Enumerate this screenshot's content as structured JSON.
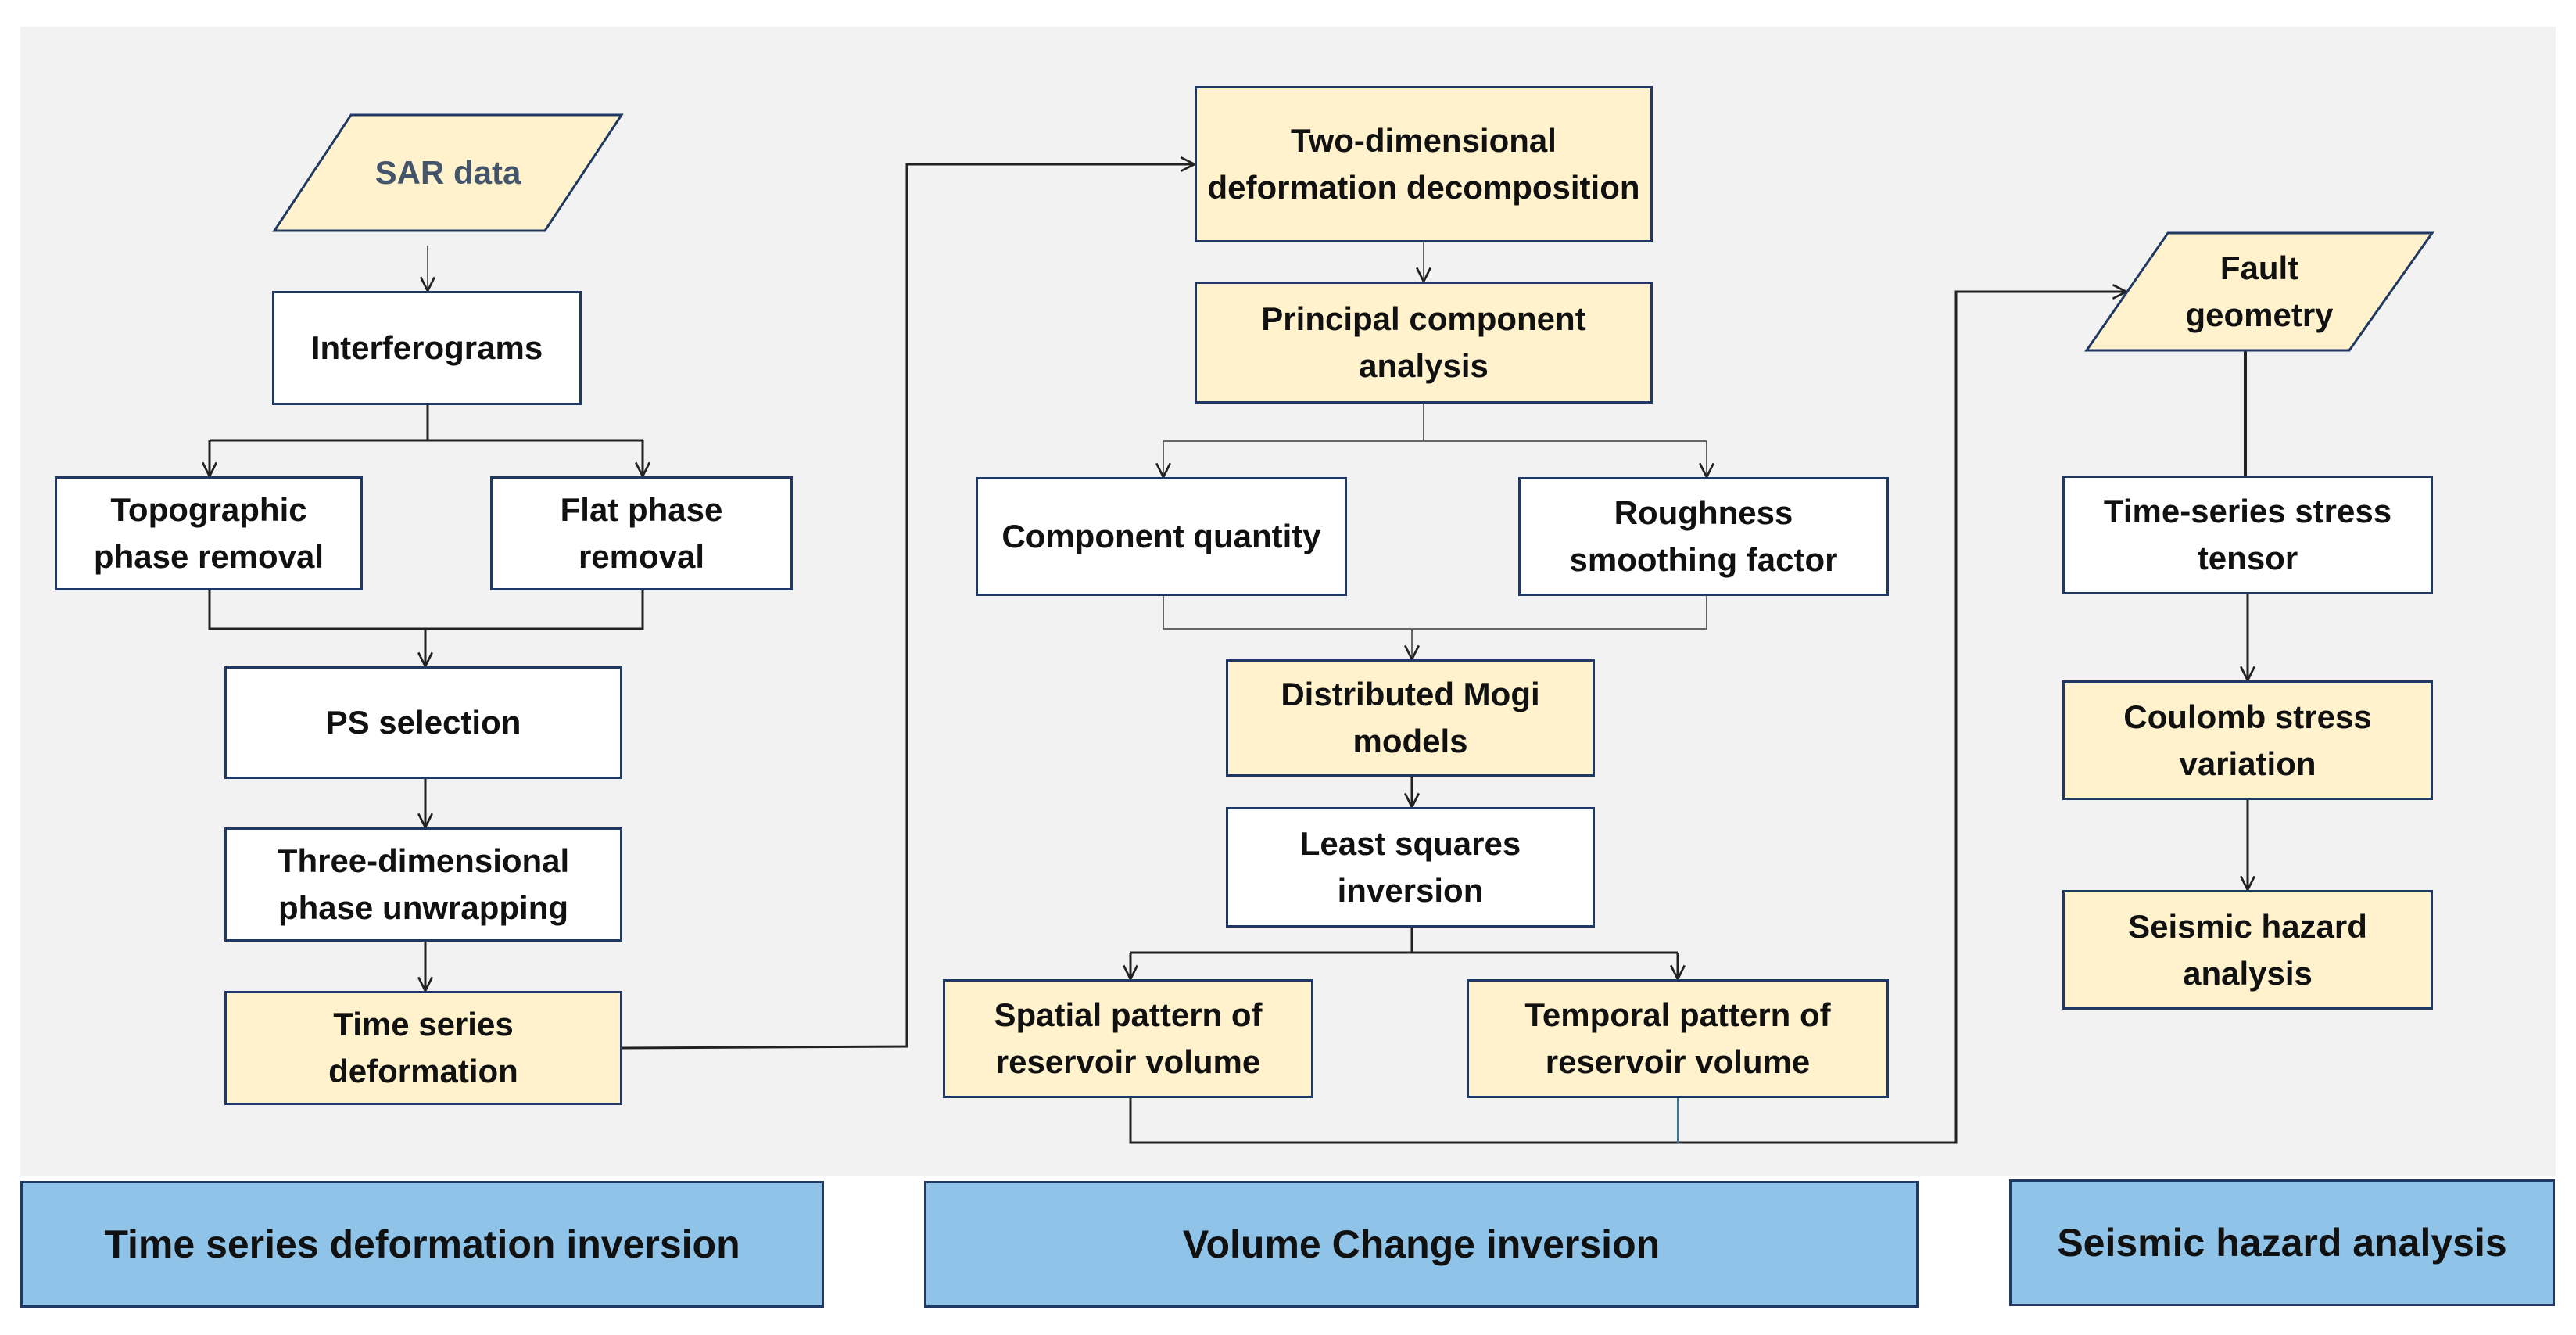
{
  "colors": {
    "panel_bg": "#f2f2f2",
    "box_border": "#1f3864",
    "box_white": "#ffffff",
    "box_yellow": "#fff2cc",
    "band_blue": "#8fc3e8",
    "input_text": "#44546a",
    "arrow": "#222222"
  },
  "time_series": {
    "sar_data": "SAR data",
    "interferograms": "Interferograms",
    "topographic_removal": "Topographic phase removal",
    "flat_removal": "Flat phase removal",
    "ps_selection": "PS selection",
    "phase_unwrapping": "Three-dimensional phase unwrapping",
    "ts_deformation": "Time series deformation"
  },
  "volume_change": {
    "decomposition": "Two-dimensional deformation decomposition",
    "pca": "Principal component analysis",
    "component_quantity": "Component quantity",
    "roughness": "Roughness smoothing factor",
    "mogi": "Distributed Mogi models",
    "least_squares": "Least squares inversion",
    "spatial_pattern": "Spatial pattern of reservoir volume",
    "temporal_pattern": "Temporal pattern of reservoir volume"
  },
  "seismic": {
    "fault_geometry": "Fault geometry",
    "stress_tensor": "Time-series stress tensor",
    "coulomb": "Coulomb stress variation",
    "hazard_analysis": "Seismic hazard analysis"
  },
  "bands": {
    "time_series": "Time series deformation inversion",
    "volume_change": "Volume Change inversion",
    "seismic": "Seismic hazard analysis"
  }
}
